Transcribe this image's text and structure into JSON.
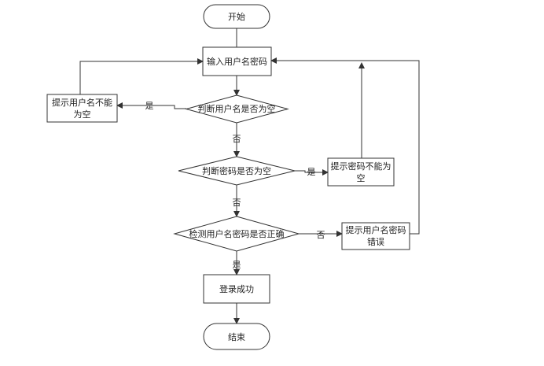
{
  "nodes": {
    "start": "开始",
    "input": "输入用户名密码",
    "check_user": "判断用户名是否为空",
    "hint_user_line1": "提示用户名不能",
    "hint_user_line2": "为空",
    "check_pwd": "判断密码是否为空",
    "hint_pwd_line1": "提示密码不能为",
    "hint_pwd_line2": "空",
    "check_match": "检测用户名密码是否正确",
    "hint_err_line1": "提示用户名密码",
    "hint_err_line2": "错误",
    "success": "登录成功",
    "end": "结束"
  },
  "labels": {
    "yes_user": "是",
    "no_user": "否",
    "yes_pwd": "是",
    "no_pwd": "否",
    "no_match": "否",
    "yes_match": "是"
  }
}
